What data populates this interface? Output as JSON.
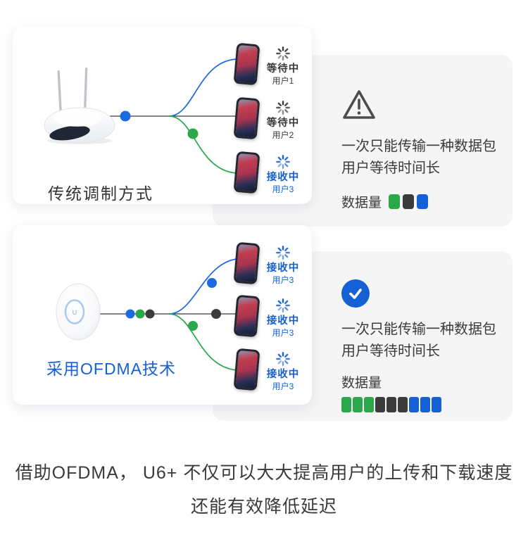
{
  "colors": {
    "accent_blue": "#1560d4",
    "line_blue": "#1b6ae0",
    "green": "#2aa84a",
    "dark_block": "#3b3b3b",
    "panel_gray": "#f5f5f6",
    "text_dark": "#3a3a3a"
  },
  "traditional_card": {
    "label": "传统调制方式",
    "phones": [
      {
        "status": "等待中",
        "user": "用户1",
        "tone": "dark"
      },
      {
        "status": "等待中",
        "user": "用户2",
        "tone": "dark"
      },
      {
        "status": "接收中",
        "user": "用户3",
        "tone": "blue"
      }
    ]
  },
  "ofdma_card": {
    "label": "采用OFDMA技术",
    "phones": [
      {
        "status": "接收中",
        "user": "用户3",
        "tone": "blue"
      },
      {
        "status": "接收中",
        "user": "用户3",
        "tone": "blue"
      },
      {
        "status": "接收中",
        "user": "用户3",
        "tone": "blue"
      }
    ]
  },
  "warning_panel": {
    "line1": "一次只能传输一种数据包",
    "line2": "用户等待时间长",
    "data_label": "数据量",
    "blocks": [
      "green",
      "dark",
      "blue"
    ]
  },
  "check_panel": {
    "line1": "一次只能传输一种数据包",
    "line2": "用户等待时间长",
    "data_label": "数据量",
    "blocks": [
      "green",
      "green",
      "green",
      "dark",
      "dark",
      "dark",
      "blue",
      "blue",
      "blue"
    ]
  },
  "caption": {
    "line1": "借助OFDMA， U6+ 不仅可以大大提高用户的上传和下载速度",
    "line2": "还能有效降低延迟"
  }
}
